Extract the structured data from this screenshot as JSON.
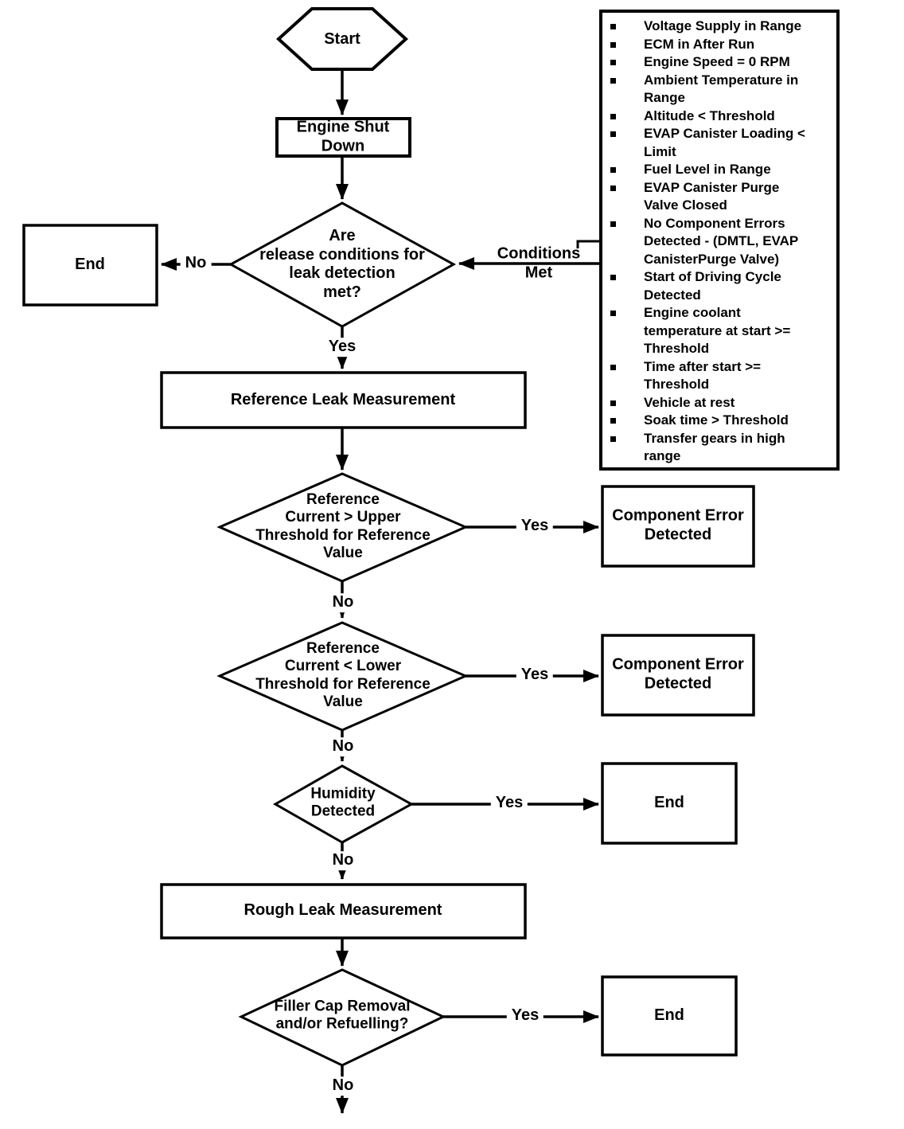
{
  "flowchart": {
    "nodes": {
      "start": "Start",
      "engine_shutdown": "Engine Shut\nDown",
      "release_decision": "Are\nrelease conditions for\nleak detection\nmet?",
      "end_left": "End",
      "reference_leak": "Reference Leak Measurement",
      "upper_threshold_decision": "Reference\nCurrent > Upper\nThreshold for Reference\nValue",
      "component_error_1": "Component Error\nDetected",
      "lower_threshold_decision": "Reference\nCurrent < Lower\nThreshold for Reference\nValue",
      "component_error_2": "Component Error\nDetected",
      "humidity_decision": "Humidity\nDetected",
      "end_humidity": "End",
      "rough_leak": "Rough Leak Measurement",
      "filler_cap_decision": "Filler Cap Removal\nand/or Refuelling?",
      "end_filler": "End"
    },
    "edges": {
      "no_release": "No",
      "conditions_met": "Conditions\nMet",
      "yes_release": "Yes",
      "yes_upper": "Yes",
      "no_upper": "No",
      "yes_lower": "Yes",
      "no_lower": "No",
      "yes_humidity": "Yes",
      "no_humidity": "No",
      "yes_filler": "Yes",
      "no_filler": "No"
    },
    "conditions": {
      "items": [
        "Voltage Supply in Range",
        "ECM in After Run",
        "Engine Speed = 0 RPM",
        "Ambient Temperature in\nRange",
        "Altitude < Threshold",
        "EVAP Canister Loading <\nLimit",
        "Fuel Level in Range",
        "EVAP Canister Purge\nValve Closed",
        "No Component Errors\nDetected - (DMTL, EVAP\nCanisterPurge Valve)",
        "Start of Driving Cycle\nDetected",
        "Engine coolant\ntemperature at start >=\nThreshold",
        "Time after start >=\nThreshold",
        "Vehicle at rest",
        "Soak time > Threshold",
        "Transfer gears in high\nrange"
      ]
    },
    "colors": {
      "line": "#000000",
      "background": "#ffffff"
    }
  }
}
